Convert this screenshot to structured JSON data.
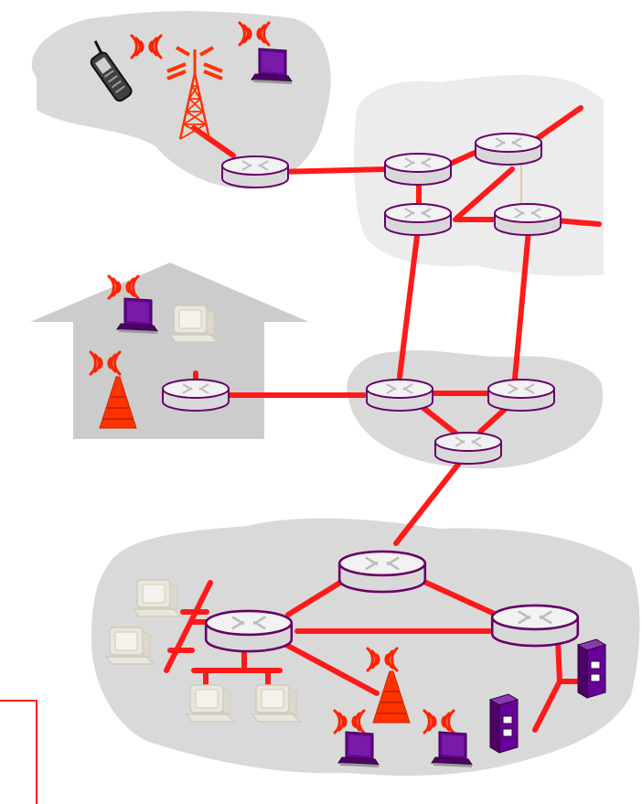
{
  "diagram": {
    "kind": "network-topology",
    "colors": {
      "background": "#ffffff",
      "cloud": "#d9d9d9",
      "cloud_light": "#ececec",
      "link": "#ff1a1a",
      "router_fill": "#eeeeee",
      "router_stroke": "#660066",
      "device_purple": "#660099",
      "device_ghost": "#e9e6dc",
      "tower": "#ff3300",
      "wave": "#ff2200"
    },
    "regions": [
      {
        "id": "mobile-network",
        "shape": "cloud"
      },
      {
        "id": "global-isp",
        "shape": "cloud"
      },
      {
        "id": "home-network",
        "shape": "house"
      },
      {
        "id": "regional-isp",
        "shape": "cloud"
      },
      {
        "id": "institutional-network",
        "shape": "cloud"
      }
    ],
    "devices": {
      "routers": 12,
      "laptops": 4,
      "cell_phones": 1,
      "radio_towers": 1,
      "wireless_access_points": 2,
      "desktop_pcs": 5,
      "servers": 2
    },
    "icons": [
      "router-icon",
      "laptop-icon",
      "cellphone-icon",
      "radio-tower-icon",
      "access-point-icon",
      "desktop-pc-icon",
      "server-icon",
      "wireless-wave-icon"
    ]
  }
}
